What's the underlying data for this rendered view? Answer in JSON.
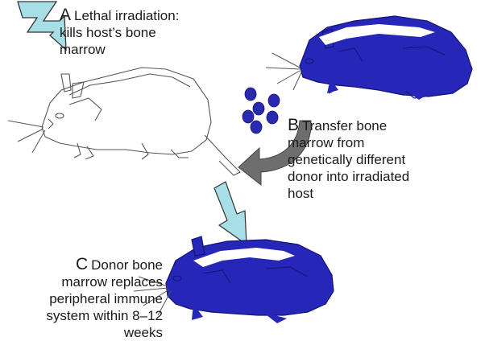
{
  "step_a": {
    "letter": "A",
    "lines": [
      "Lethal irradiation:",
      "kills host’s bone",
      "marrow"
    ]
  },
  "step_b": {
    "letter": "B",
    "lines": [
      "Transfer bone",
      "marrow from",
      "genetically different",
      "donor into irradiated",
      "host"
    ]
  },
  "step_c": {
    "letter": "C",
    "lines": [
      "Donor bone",
      "marrow replaces",
      "peripheral immune",
      "system within 8–12",
      "weeks"
    ]
  },
  "colors": {
    "donor_mouse": "#2626b8",
    "donor_mouse_dark": "#141478",
    "host_outline": "#555555",
    "lightning": "#a8dfe6",
    "arrow_down": "#a8dfe6",
    "transfer_arrow": "#6e6e6e",
    "marrow_cells": "#2a2ab0"
  }
}
